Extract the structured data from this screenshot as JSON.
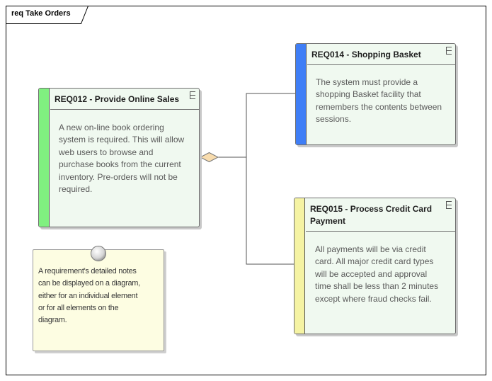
{
  "diagram": {
    "type": "req",
    "name": "Take Orders",
    "frame_label": "req Take Orders"
  },
  "requirements": [
    {
      "id": "REQ012",
      "title": "REQ012 - Provide Online Sales",
      "description": "A new on-line book ordering system is required. This will allow web users to browse and purchase books from the current inventory. Pre-orders will not be required.",
      "lines": [
        "A new on-line book ordering",
        "system is required. This will allow",
        "web users to browse and",
        "purchase books from the current",
        "inventory. Pre-orders will not be",
        "required."
      ],
      "stripe_color": "#80f080"
    },
    {
      "id": "REQ014",
      "title": "REQ014 - Shopping Basket",
      "description": "The system must provide a shopping Basket facility that remembers the contents between sessions.",
      "lines": [
        "The system must provide a",
        "shopping Basket facility that",
        "remembers the contents between",
        "sessions."
      ],
      "stripe_color": "#3f7ef6"
    },
    {
      "id": "REQ015",
      "title_lines": [
        "REQ015 - Process Credit Card",
        "Payment"
      ],
      "title": "REQ015 - Process Credit Card Payment",
      "description": "All payments will be via credit card. All major credit card types will be accepted and approval time shall be less than 2 minutes except where fraud checks fail.",
      "lines": [
        "All payments will be via credit",
        "card. All major credit card types",
        "will be accepted and approval",
        "time shall be less than 2 minutes",
        "except where fraud checks fail."
      ],
      "stripe_color": "#f5f3a3"
    }
  ],
  "note": {
    "lines": [
      "A requirement's detailed notes",
      "can be displayed on a diagram,",
      "either for an individual element",
      "or for all elements on the",
      "diagram."
    ]
  },
  "connectors": [
    {
      "type": "aggregation",
      "from": "REQ012",
      "to": "REQ014"
    },
    {
      "type": "aggregation",
      "from": "REQ012",
      "to": "REQ015"
    }
  ],
  "colors": {
    "element_fill": "#f0f9f0",
    "note_fill": "#fdfde2",
    "diamond_fill": "#f8dcae"
  }
}
